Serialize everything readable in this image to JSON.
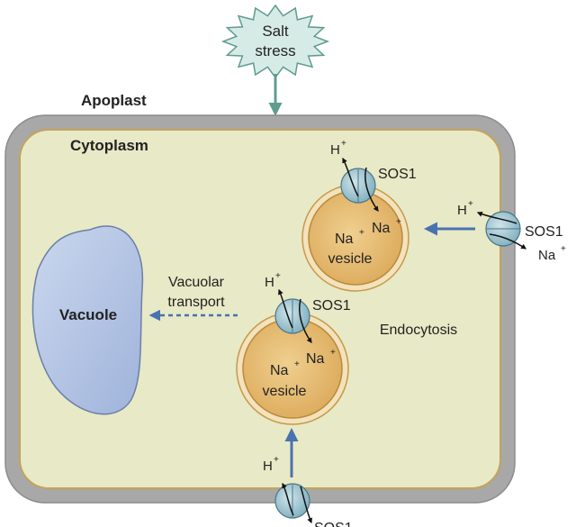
{
  "stimulus": {
    "line1": "Salt",
    "line2": "stress"
  },
  "regions": {
    "apoplast": "Apoplast",
    "cytoplasm": "Cytoplasm"
  },
  "vacuole": {
    "label": "Vacuole"
  },
  "vacuolar_transport": {
    "line1": "Vacuolar",
    "line2": "transport"
  },
  "endocytosis": "Endocytosis",
  "vesicle_upper": {
    "na_in": "Na",
    "na_in_sup": "+",
    "line1": "Na",
    "line1_sup": "+",
    "line2": "vesicle"
  },
  "vesicle_lower": {
    "na_in": "Na",
    "na_in_sup": "+",
    "line1": "Na",
    "line1_sup": "+",
    "line2": "vesicle"
  },
  "transporter_label": "SOS1",
  "ions": {
    "h": "H",
    "na": "Na",
    "plus": "+"
  },
  "colors": {
    "cell_wall": "#a8a8a8",
    "cytoplasm": "#e8e9c6",
    "vacuole": "#b9c9e6",
    "vesicle_fill": "#e5bd74",
    "vesicle_ring": "#f3e2bc",
    "sos1": "#9cc3cf",
    "salt_star": "#d7ebe6",
    "arrow_blue": "#4a72b0",
    "arrow_teal": "#5f9c90"
  }
}
